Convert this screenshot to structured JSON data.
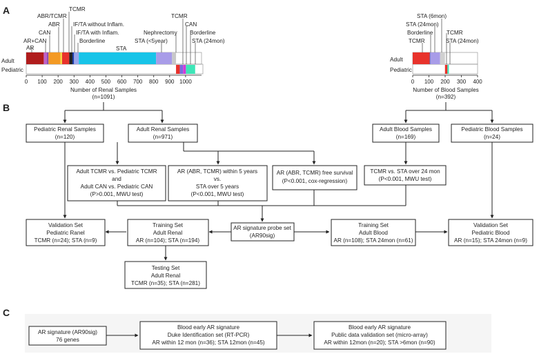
{
  "panels": {
    "a": "A",
    "b": "B",
    "c": "C"
  },
  "renal_chart": {
    "row_labels": {
      "adult": "Adult",
      "pediatric": "Pediatric"
    },
    "axis_ticks": [
      "0",
      "100",
      "200",
      "300",
      "400",
      "500",
      "600",
      "700",
      "800",
      "900",
      "1000"
    ],
    "axis_title": "Number of Renal Samples",
    "axis_subtitle": "(n=1091)",
    "labels": {
      "ar": "AR",
      "ar_can": "AR+CAN",
      "can": "CAN",
      "abr": "ABR",
      "abr_tcmr": "ABR/TCMR",
      "tcmr": "TCMR",
      "ifta_without": "IF/TA without Inflam.",
      "ifta_with": "IF/TA with Inflam.",
      "borderline": "Borderline",
      "sta": "STA",
      "nephrectomy": "Nephrectomy",
      "sta_lt5": "STA (<5year)",
      "ped_tcmr": "TCMR",
      "ped_can": "CAN",
      "ped_borderline": "Borderline",
      "ped_sta24": "STA (24mon)"
    }
  },
  "blood_chart": {
    "row_labels": {
      "adult": "Adult",
      "pediatric": "Pediatric"
    },
    "axis_ticks": [
      "0",
      "100",
      "200",
      "300",
      "400"
    ],
    "axis_title": "Number of Blood Samples",
    "axis_subtitle": "(n=392)",
    "labels": {
      "sta6": "STA (6mon)",
      "sta24": "STA (24mon)",
      "borderline": "Borderline",
      "tcmr": "TCMR",
      "ped_tcmr": "TCMR",
      "ped_sta24": "STA (24mon)"
    }
  },
  "chart_data": [
    {
      "type": "bar",
      "orientation": "horizontal-stacked",
      "xlabel": "Number of Renal Samples",
      "xlim": [
        0,
        1100
      ],
      "rows": [
        "Adult",
        "Pediatric"
      ],
      "series": [
        {
          "name": "AR",
          "row": "Adult",
          "value": 110,
          "color": "#b01c1c"
        },
        {
          "name": "AR+CAN",
          "row": "Adult",
          "value": 20,
          "color": "#c061c7"
        },
        {
          "name": "CAN",
          "row": "Adult",
          "value": 10,
          "color": "#8a4fb0"
        },
        {
          "name": "ABR",
          "row": "Adult",
          "value": 75,
          "color": "#f39a24"
        },
        {
          "name": "ABR/TCMR",
          "row": "Adult",
          "value": 10,
          "color": "#f7d842"
        },
        {
          "name": "TCMR",
          "row": "Adult",
          "value": 45,
          "color": "#e8322b"
        },
        {
          "name": "IF/TA without Inflam.",
          "row": "Adult",
          "value": 20,
          "color": "#222222"
        },
        {
          "name": "IF/TA with Inflam.",
          "row": "Adult",
          "value": 10,
          "color": "#1d3fae"
        },
        {
          "name": "Borderline",
          "row": "Adult",
          "value": 30,
          "color": "#9aa6ec"
        },
        {
          "name": "STA",
          "row": "Adult",
          "value": 485,
          "color": "#17c4e8"
        },
        {
          "name": "STA (<5year)",
          "row": "Adult",
          "value": 100,
          "color": "#a89ce8"
        },
        {
          "name": "Nephrectomy",
          "row": "Adult",
          "value": 25,
          "color": "#c8c8c8"
        },
        {
          "name": "TCMR",
          "row": "Pediatric",
          "value": 24,
          "color": "#e8322b"
        },
        {
          "name": "CAN",
          "row": "Pediatric",
          "value": 20,
          "color": "#7a6ae0"
        },
        {
          "name": "Borderline",
          "row": "Pediatric",
          "value": 18,
          "color": "#d23ad8"
        },
        {
          "name": "STA (24mon)",
          "row": "Pediatric",
          "value": 58,
          "color": "#3ee6b8"
        }
      ]
    },
    {
      "type": "bar",
      "orientation": "horizontal-stacked",
      "xlabel": "Number of Blood Samples",
      "xlim": [
        0,
        400
      ],
      "rows": [
        "Adult",
        "Pediatric"
      ],
      "series": [
        {
          "name": "TCMR",
          "row": "Adult",
          "value": 105,
          "color": "#e8322b"
        },
        {
          "name": "Borderline",
          "row": "Adult",
          "value": 3,
          "color": "#1d3fae"
        },
        {
          "name": "STA (24mon)",
          "row": "Adult",
          "value": 61,
          "color": "#a89ce8"
        },
        {
          "name": "STA (6mon)",
          "row": "Adult",
          "value": 30,
          "color": "#d0d0d0"
        },
        {
          "name": "TCMR",
          "row": "Pediatric",
          "value": 15,
          "color": "#e8322b"
        },
        {
          "name": "STA (24mon)",
          "row": "Pediatric",
          "value": 9,
          "color": "#3ee6b8"
        }
      ]
    }
  ],
  "flow_b": {
    "ped_renal": {
      "title": "Pediatric Renal Samples",
      "n": "(n=120)"
    },
    "adult_renal": {
      "title": "Adult Renal Samples",
      "n": "(n=971)"
    },
    "adult_blood": {
      "title": "Adult Blood Samples",
      "n": "(n=169)"
    },
    "ped_blood": {
      "title": "Pediatric Blood Samples",
      "n": "(n=24)"
    },
    "cmp1": {
      "l1": "Adult TCMR vs. Pediatric TCMR",
      "l2": "and",
      "l3": "Adult CAN vs. Pediatric CAN",
      "l4": "(P>0.001, MWU test)"
    },
    "cmp2": {
      "l1": "AR (ABR, TCMR) within 5 years",
      "l2": "vs.",
      "l3": "STA over 5 years",
      "l4": "(P<0.001, MWU test)"
    },
    "cmp3": {
      "l1": "AR (ABR, TCMR) free survival",
      "l2": "(P<0.001, cox-regression)"
    },
    "cmp4": {
      "l1": "TCMR vs. STA over 24 mon",
      "l2": "(P<0.001, MWU test)"
    },
    "val_renal": {
      "l1": "Validation Set",
      "l2": "Pediatric Ranel",
      "l3": "TCMR (n=24); STA (n=9)"
    },
    "train_renal": {
      "l1": "Training Set",
      "l2": "Adult Renal",
      "l3": "AR (n=104); STA (n=194)"
    },
    "probe": {
      "l1": "AR signature probe set",
      "l2": "(AR90sig)"
    },
    "train_blood": {
      "l1": "Training Set",
      "l2": "Adult Blood",
      "l3": "AR (n=108); STA 24mon (n=61)"
    },
    "val_blood": {
      "l1": "Validation Set",
      "l2": "Pediatric Blood",
      "l3": "AR (n=15); STA 24mon (n=9)"
    },
    "test_renal": {
      "l1": "Testing Set",
      "l2": "Adult Renal",
      "l3": "TCMR (n=35); STA (n=281)"
    }
  },
  "flow_c": {
    "sig": {
      "l1": "AR signature (AR90sig)",
      "l2": "76 genes"
    },
    "duke": {
      "l1": "Blood early AR signature",
      "l2": "Duke Identification set (RT-PCR)",
      "l3": "AR within 12 mon (n=36); STA 12mon (n=45)"
    },
    "public": {
      "l1": "Blood early AR signature",
      "l2": "Public data validation set (micro-array)",
      "l3": "AR within 12mon (n=20); STA >6mon (n=90)"
    }
  }
}
